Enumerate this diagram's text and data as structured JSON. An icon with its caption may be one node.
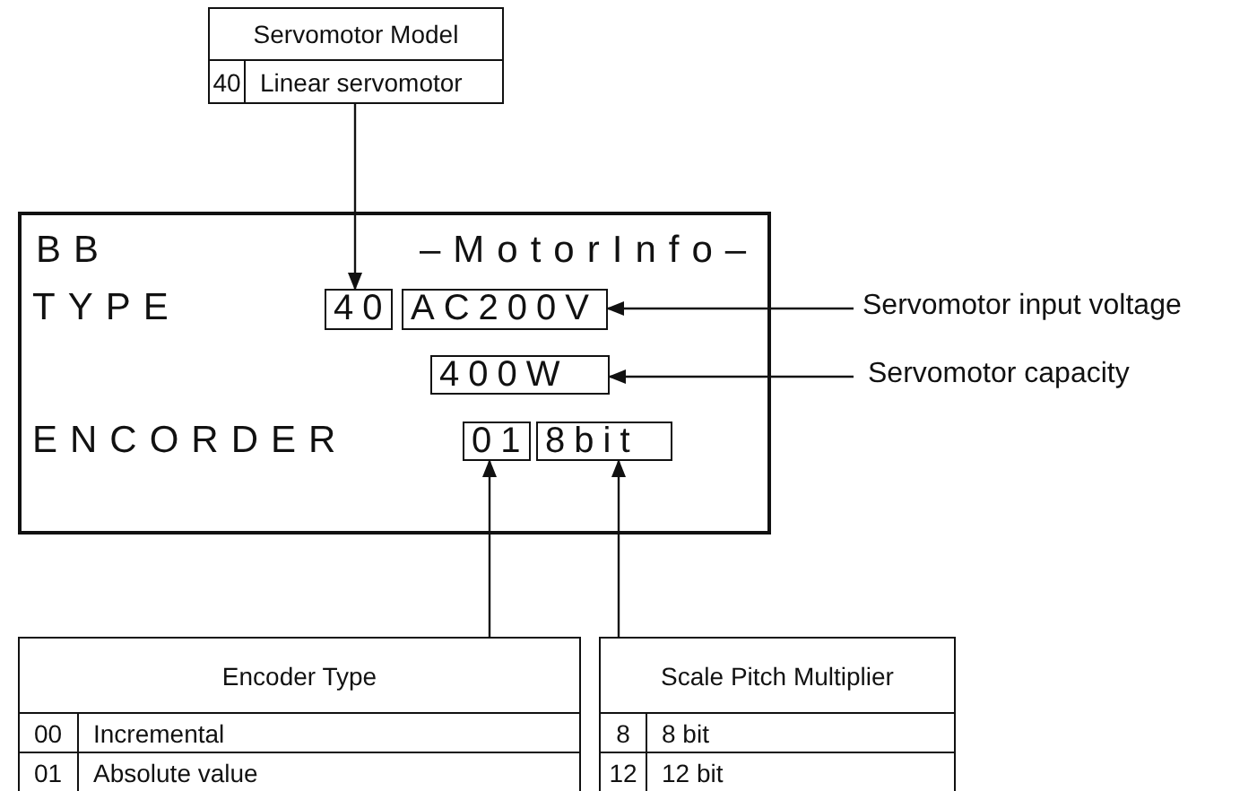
{
  "diagram": {
    "nodes": [
      {
        "text": [
          "Servomotor Model",
          "40",
          "Linear servomotor"
        ]
      },
      {
        "text": [
          "BB",
          "–MotorInfo–",
          "TYPE",
          "ENCORDER"
        ]
      },
      {
        "text": [
          "40"
        ],
        "in": 1
      },
      {
        "text": [
          "AC200V"
        ],
        "in": 1
      },
      {
        "text": [
          "400W"
        ],
        "in": 1
      },
      {
        "text": [
          "01"
        ],
        "in": 1
      },
      {
        "text": [
          "8bit"
        ],
        "in": 1
      },
      {
        "text": [
          "Servomotor input voltage"
        ]
      },
      {
        "text": [
          "Servomotor capacity"
        ]
      },
      {
        "text": [
          "Encoder Type",
          "00",
          "Incremental",
          "01",
          "Absolute value"
        ]
      },
      {
        "text": [
          "Scale Pitch Multiplier",
          "8",
          "8 bit",
          "12",
          "12 bit"
        ]
      }
    ],
    "edges": [
      {
        "from": 0,
        "to": 2,
        "arrow": "to"
      },
      {
        "from": 7,
        "to": 3,
        "arrow": "to"
      },
      {
        "from": 8,
        "to": 4,
        "arrow": "to"
      },
      {
        "from": 9,
        "to": 5,
        "arrow": "to"
      },
      {
        "from": 10,
        "to": 6,
        "arrow": "to"
      }
    ]
  }
}
